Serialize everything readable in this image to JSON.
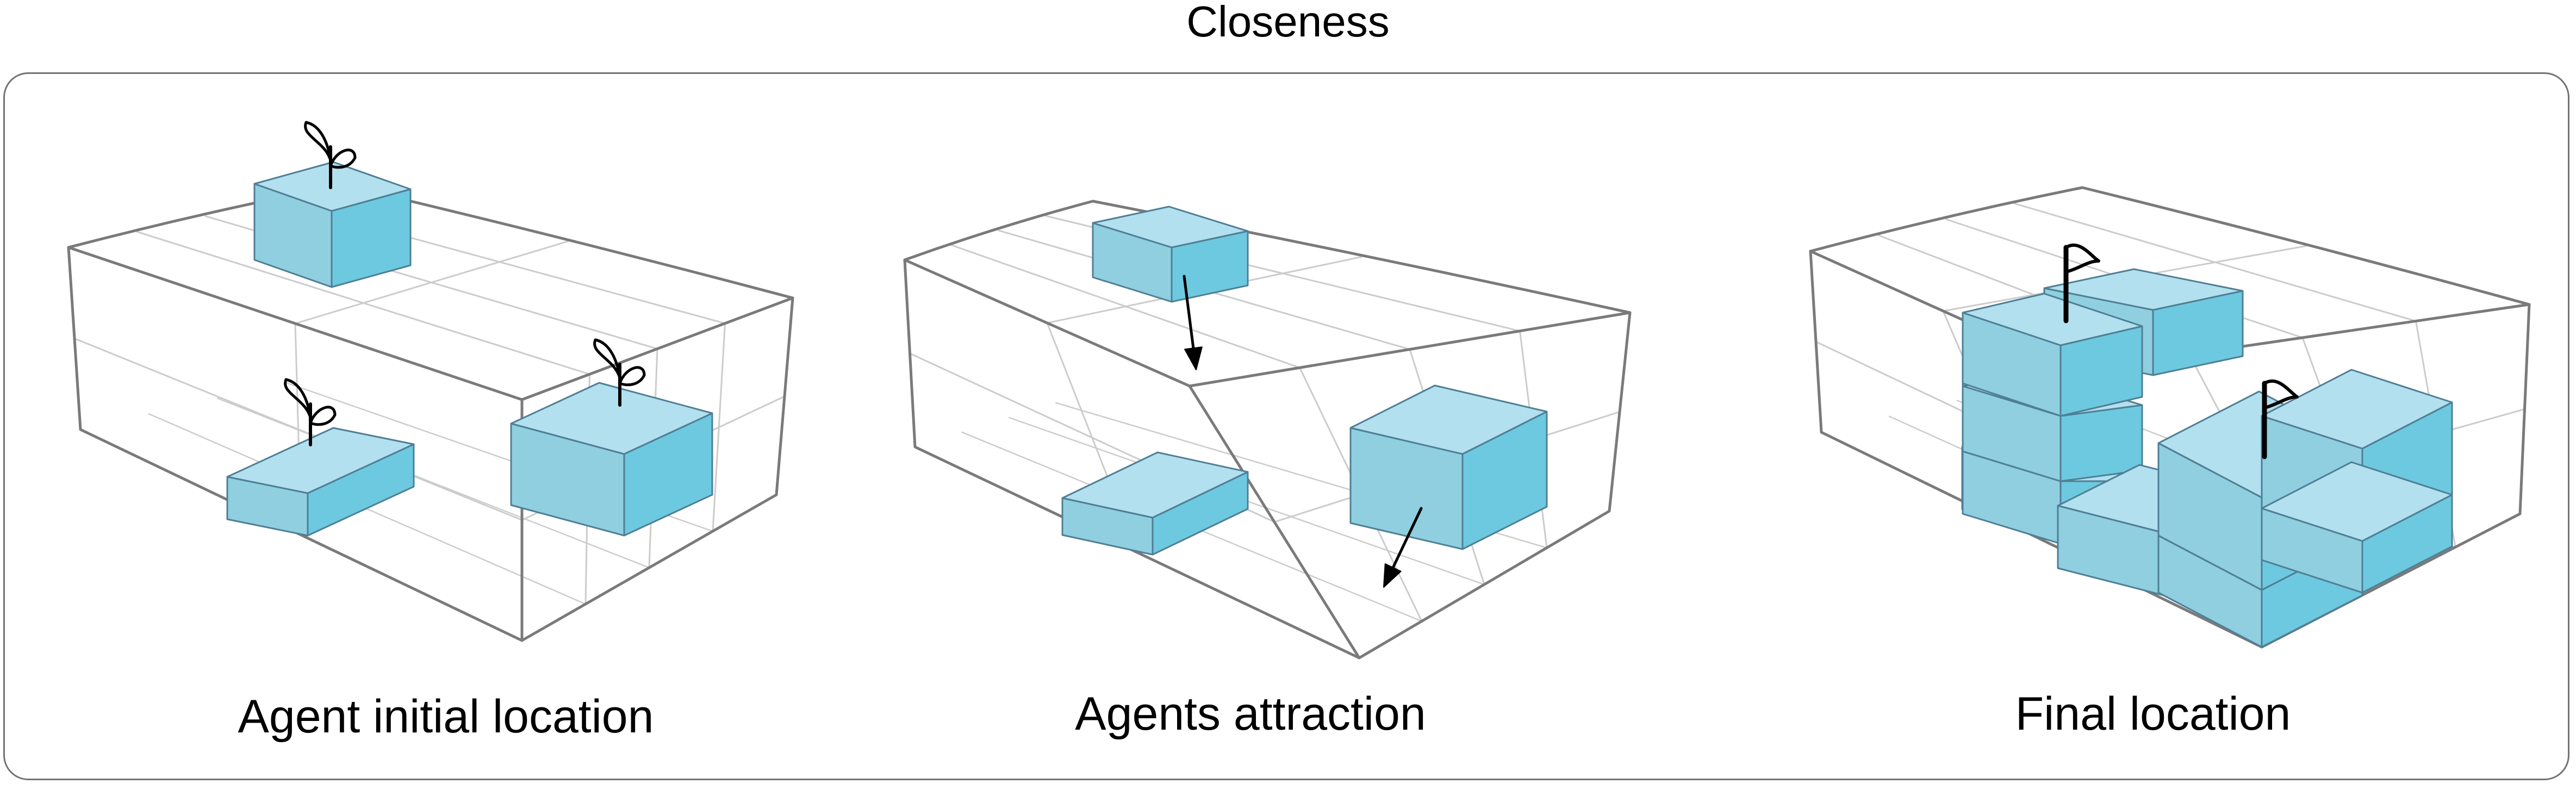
{
  "title": "Closeness",
  "panels": [
    {
      "caption": "Agent initial location",
      "marker": "sprout-icon"
    },
    {
      "caption": "Agents attraction",
      "marker": "down-arrow-icon"
    },
    {
      "caption": "Final location",
      "marker": "flag-icon"
    }
  ],
  "colors": {
    "cube_top": "#b3e0ef",
    "cube_left": "#8fcfdf",
    "cube_right": "#6dc9df",
    "cube_edge": "#4f7f95",
    "grid": "#cccccc",
    "box_outline": "#7a7a7a",
    "frame": "#737373"
  }
}
